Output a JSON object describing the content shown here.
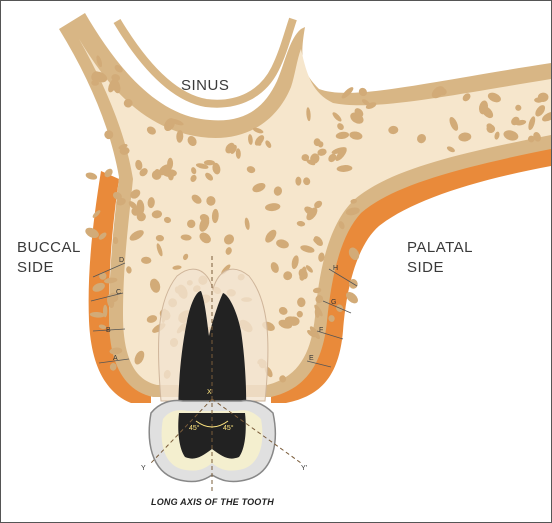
{
  "labels": {
    "sinus": "SINUS",
    "buccal_side": [
      "BUCCAL",
      "SIDE"
    ],
    "palatal_side": [
      "PALATAL",
      "SIDE"
    ],
    "caption": "LONG AXIS OF THE TOOTH"
  },
  "axis_markers": {
    "x": "X",
    "y_left": "Y",
    "y_right": "Y'"
  },
  "angles": {
    "left": "45°",
    "right": "45°"
  },
  "buccal_markers": [
    "D",
    "C",
    "B",
    "A"
  ],
  "palatal_markers": [
    "H",
    "G",
    "F",
    "E"
  ],
  "colors": {
    "bone_cortex": "#d8b685",
    "bone_marrow": "#f6e6cc",
    "trabecula": "#d2ab78",
    "mucosa": "#e98a3a",
    "tooth_crown": "#e0e0e0",
    "dentin": "#f4efcf",
    "pulp": "#222222",
    "axis_line": "#7a5c3a"
  }
}
